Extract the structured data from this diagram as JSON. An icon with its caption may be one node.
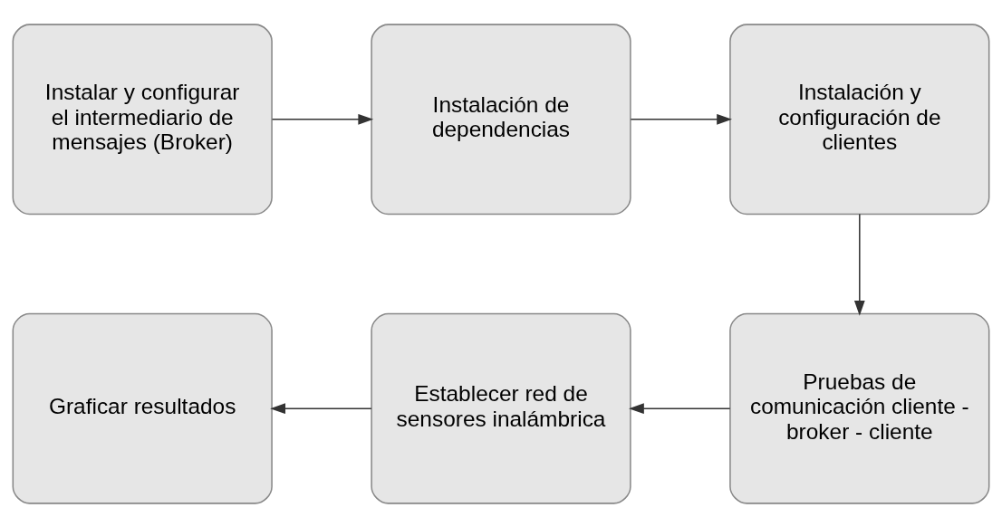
{
  "diagram": {
    "nodes": [
      {
        "text": [
          "Instalar y configurar el intermediario de mensajes (Broker)"
        ]
      },
      {
        "text": [
          "Instalación de dependencias"
        ]
      },
      {
        "text": [
          "Instalación y configuración de clientes"
        ]
      },
      {
        "text": [
          "Pruebas de comunicación cliente - broker - cliente"
        ]
      },
      {
        "text": [
          "Establecer red de sensores inalámbrica"
        ]
      },
      {
        "text": [
          "Graficar resultados"
        ]
      }
    ],
    "edges": [
      {
        "from": 0,
        "to": 1,
        "arrow": "to"
      },
      {
        "from": 1,
        "to": 2,
        "arrow": "to"
      },
      {
        "from": 2,
        "to": 3,
        "arrow": "to"
      },
      {
        "from": 3,
        "to": 4,
        "arrow": "to"
      },
      {
        "from": 4,
        "to": 5,
        "arrow": "to"
      }
    ]
  }
}
